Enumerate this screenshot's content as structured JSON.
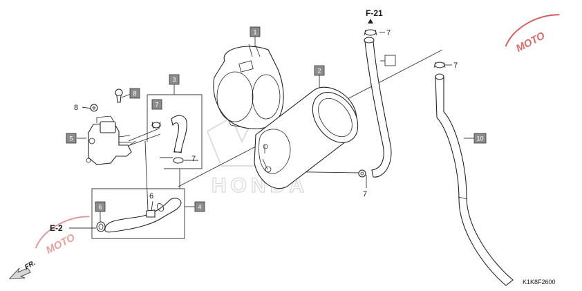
{
  "callouts": [
    {
      "id": "c1",
      "label": "1"
    },
    {
      "id": "c2",
      "label": "2"
    },
    {
      "id": "c3",
      "label": "3"
    },
    {
      "id": "c4",
      "label": "4"
    },
    {
      "id": "c5",
      "label": "5"
    },
    {
      "id": "c6",
      "label": "6"
    },
    {
      "id": "c7",
      "label": "7"
    },
    {
      "id": "c8",
      "label": "8"
    },
    {
      "id": "c10",
      "label": "10"
    }
  ],
  "plain_labels": {
    "l6": "6",
    "l7a": "7",
    "l7b": "7",
    "l7c": "7",
    "l7d": "7",
    "l8": "8"
  },
  "refs": {
    "f21": "F-21",
    "e2": "E-2",
    "fr": "FR."
  },
  "watermark": {
    "brand": "HONDA",
    "site": "MOTO"
  },
  "diagram_code": "K1K8F2600"
}
